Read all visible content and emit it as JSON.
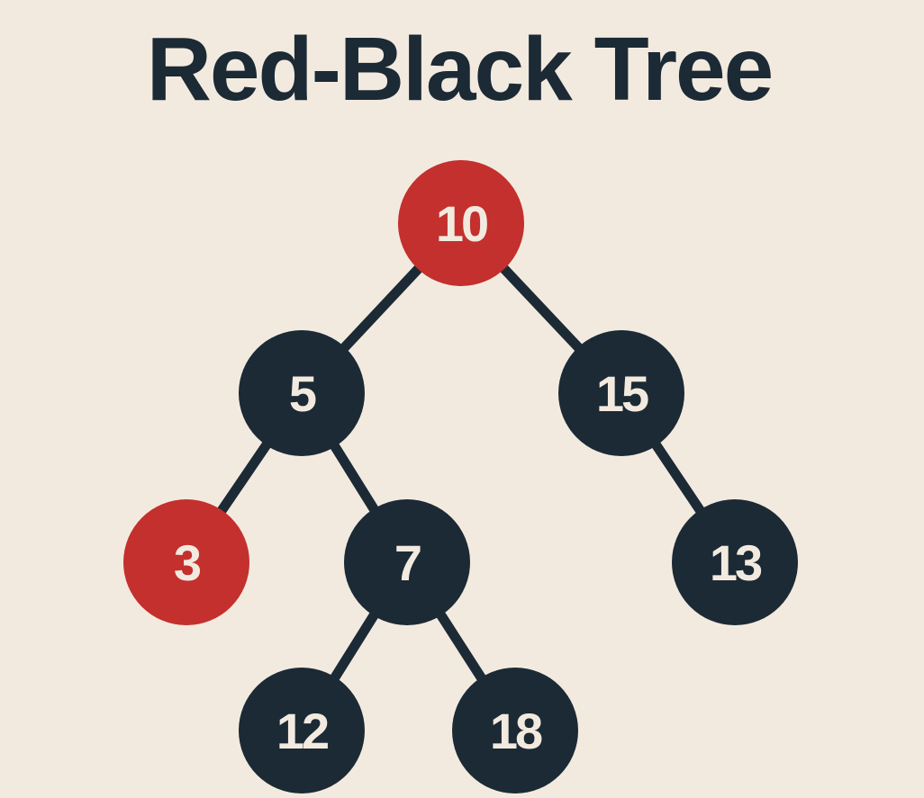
{
  "title": "Red-Black Tree",
  "colors": {
    "background": "#f3eadf",
    "red": "#c3302d",
    "black": "#1b2a35",
    "label": "#f3eadf",
    "edge": "#1b2a35"
  },
  "nodes": [
    {
      "id": "n10",
      "value": "10",
      "color": "red"
    },
    {
      "id": "n5",
      "value": "5",
      "color": "black"
    },
    {
      "id": "n15",
      "value": "15",
      "color": "black"
    },
    {
      "id": "n3",
      "value": "3",
      "color": "red"
    },
    {
      "id": "n7",
      "value": "7",
      "color": "black"
    },
    {
      "id": "n13",
      "value": "13",
      "color": "black"
    },
    {
      "id": "n12",
      "value": "12",
      "color": "black"
    },
    {
      "id": "n18",
      "value": "18",
      "color": "black"
    }
  ],
  "edges": [
    {
      "from": "n10",
      "to": "n5"
    },
    {
      "from": "n10",
      "to": "n15"
    },
    {
      "from": "n5",
      "to": "n3"
    },
    {
      "from": "n5",
      "to": "n7"
    },
    {
      "from": "n15",
      "to": "n13"
    },
    {
      "from": "n7",
      "to": "n12"
    },
    {
      "from": "n7",
      "to": "n18"
    }
  ]
}
